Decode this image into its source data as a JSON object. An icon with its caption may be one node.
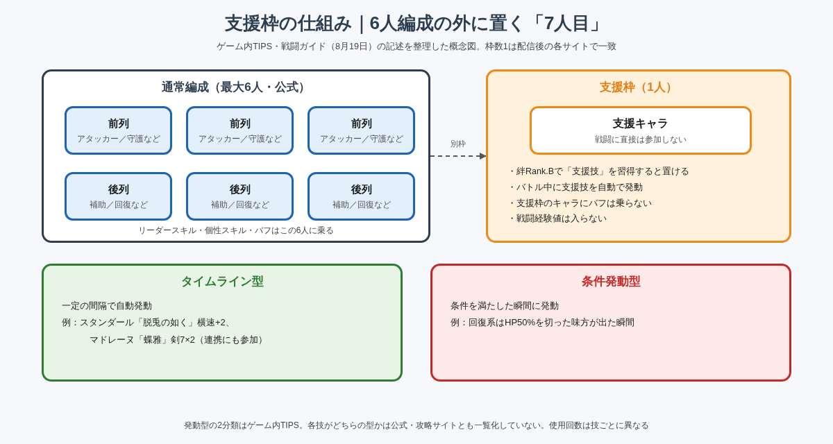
{
  "diagram": {
    "title": "支援枠の仕組み｜6人編成の外に置く「7人目」",
    "caption": "ゲーム内TIPS・戦闘ガイド（8月19日）の記述を整理した概念図。枠数1は配信後の各サイトで一致",
    "nodes": [
      {
        "text": [
          "通常編成（最大6人・公式）",
          "リーダースキル・個性スキル・バフはこの6人に乗る"
        ]
      },
      {
        "text": [
          "前列",
          "アタッカー／守護など"
        ],
        "in": 0
      },
      {
        "text": [
          "前列",
          "アタッカー／守護など"
        ],
        "in": 0
      },
      {
        "text": [
          "前列",
          "アタッカー／守護など"
        ],
        "in": 0
      },
      {
        "text": [
          "後列",
          "補助／回復など"
        ],
        "in": 0
      },
      {
        "text": [
          "後列",
          "補助／回復など"
        ],
        "in": 0
      },
      {
        "text": [
          "後列",
          "補助／回復など"
        ],
        "in": 0
      },
      {
        "text": [
          "支援枠（1人）",
          "・絆Rank.Bで「支援技」を習得すると置ける",
          "・バトル中に支援技を自動で発動",
          "・支援枠のキャラにバフは乗らない",
          "・戦闘経験値は入らない"
        ]
      },
      {
        "text": [
          "支援キャラ",
          "戦闘に直接は参加しない"
        ],
        "in": 7
      },
      {
        "text": [
          "タイムライン型",
          "一定の間隔で自動発動",
          "例：スタンダール「脱兎の如く」横速+2、",
          "マドレーヌ「蝶雅」剣7×2（連携にも参加）"
        ]
      },
      {
        "text": [
          "条件発動型",
          "条件を満たした瞬間に発動",
          "例：回復系はHP50%を切った味方が出た瞬間"
        ]
      }
    ],
    "edges": [
      {
        "from": 0,
        "to": 7,
        "arrow": "to",
        "label": "別枠",
        "style": "dashed"
      }
    ],
    "labels": [
      "発動型の2分類はゲーム内TIPS。各技がどちらの型かは公式・攻略サイトとも一覧化していない。使用回数は技ごとに異なる"
    ]
  }
}
